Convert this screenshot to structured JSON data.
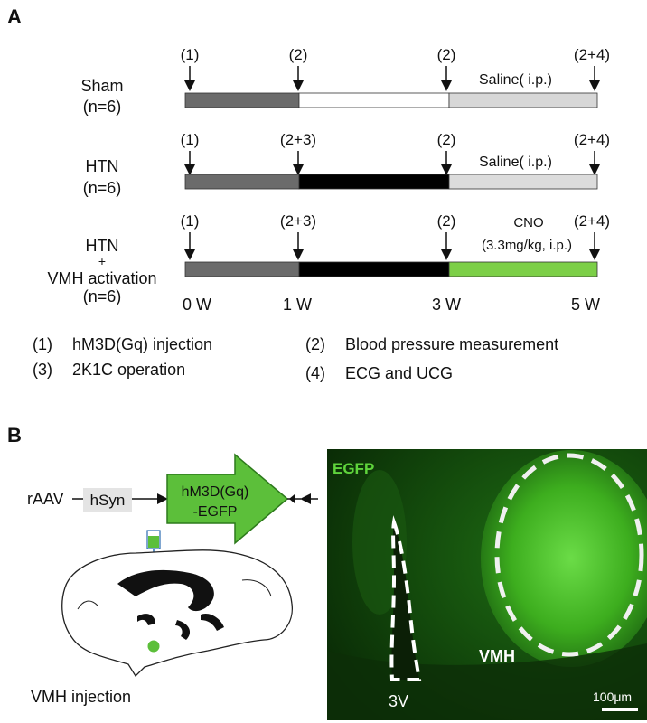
{
  "panel_a": {
    "label": "A",
    "groups": [
      {
        "name": "Sham",
        "n": "(n=6)",
        "marks": [
          "(1)",
          "(2)",
          "(2)",
          "(2+4)"
        ],
        "treatment": "Saline( i.p.)",
        "segment_colors": [
          "#6b6b6b",
          "#ffffff",
          "#d7d7d7"
        ]
      },
      {
        "name": "HTN",
        "n": "(n=6)",
        "marks": [
          "(1)",
          "(2+3)",
          "(2)",
          "(2+4)"
        ],
        "treatment": "Saline( i.p.)",
        "segment_colors": [
          "#6b6b6b",
          "#000000",
          "#dcdcdc"
        ]
      },
      {
        "name": "HTN",
        "plus": "+",
        "name2": "VMH activation",
        "n": "(n=6)",
        "marks": [
          "(1)",
          "(2+3)",
          "(2)",
          "(2+4)"
        ],
        "treatment_line1": "CNO",
        "treatment_line2": "(3.3mg/kg, i.p.)",
        "segment_colors": [
          "#6b6b6b",
          "#000000",
          "#7ccf47"
        ]
      }
    ],
    "weeks": [
      "0 W",
      "1 W",
      "3 W",
      "5 W"
    ],
    "legend": [
      {
        "num": "(1)",
        "text": "hM3D(Gq) injection"
      },
      {
        "num": "(2)",
        "text": "Blood pressure measurement"
      },
      {
        "num": "(3)",
        "text": "2K1C operation"
      },
      {
        "num": "(4)",
        "text": "ECG and UCG"
      }
    ]
  },
  "panel_b": {
    "label": "B",
    "raav": "rAAV",
    "promoter": "hSyn",
    "construct_line1": "hM3D(Gq)",
    "construct_line2": "-EGFP",
    "injection_caption": "VMH injection",
    "micro_label": "EGFP",
    "region_vmh": "VMH",
    "region_3v": "3V",
    "scale_bar": "100μm",
    "colors": {
      "green": "#5cbf3a",
      "accent": "#3bb54a"
    }
  }
}
